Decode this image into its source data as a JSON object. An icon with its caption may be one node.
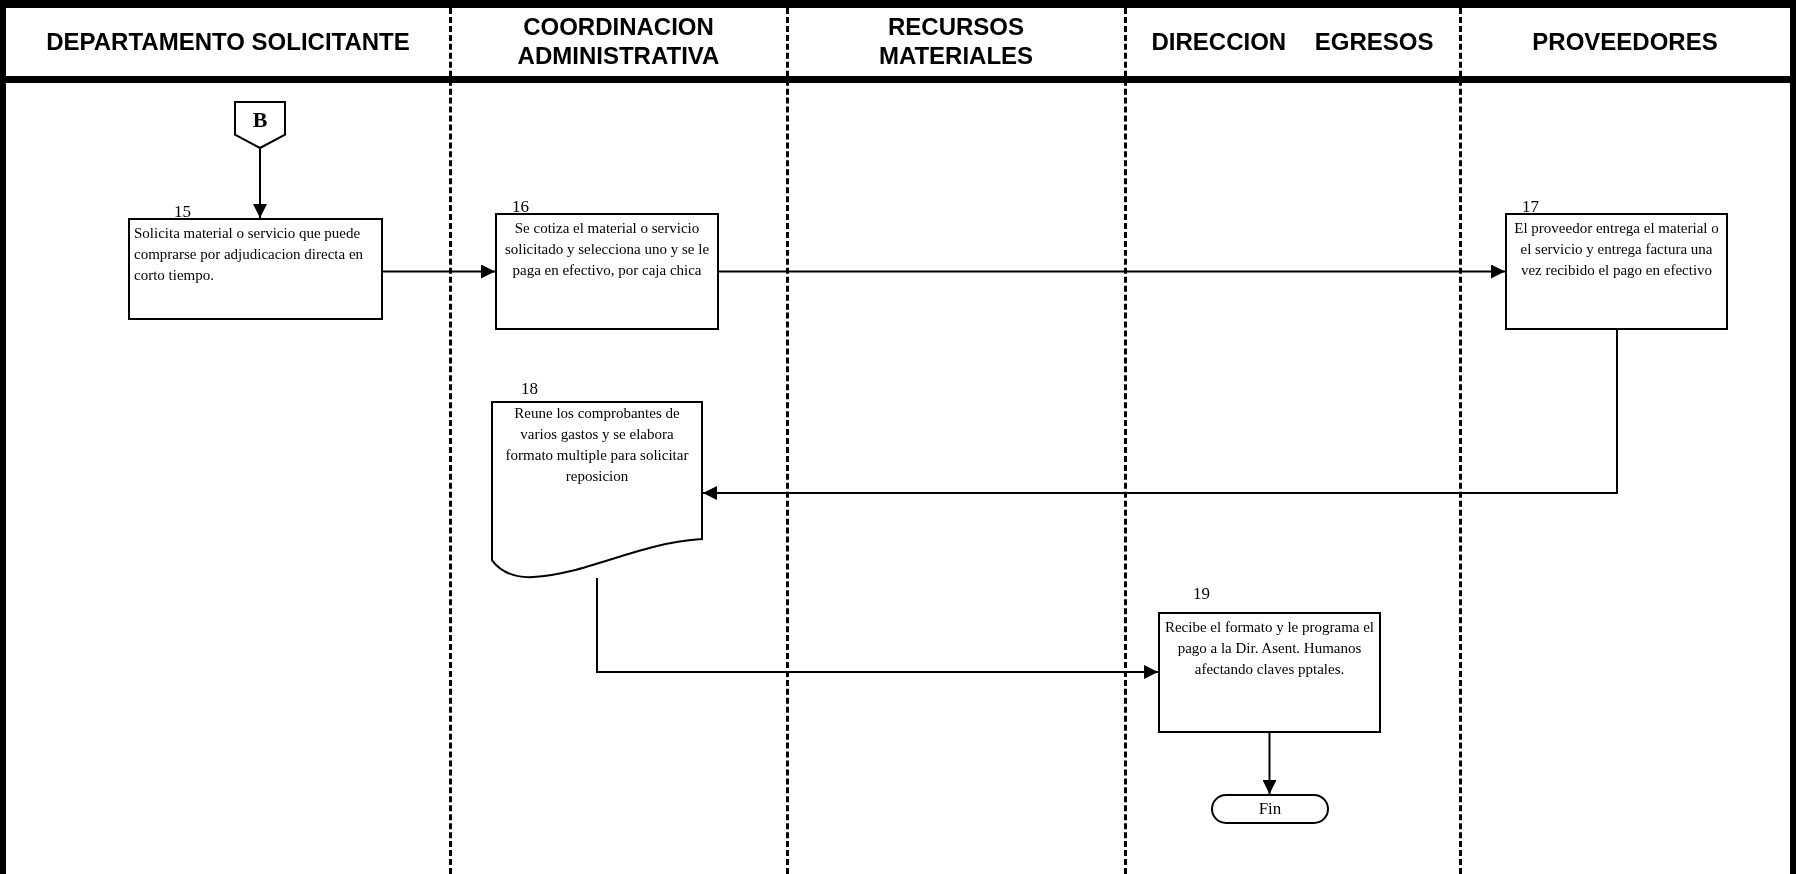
{
  "diagram": {
    "nodes": [
      {
        "text": [
          "DEPARTAMENTO SOLICITANTE"
        ]
      },
      {
        "text": [
          "COORDINACION ADMINISTRATIVA"
        ]
      },
      {
        "text": [
          "RECURSOS MATERIALES"
        ]
      },
      {
        "text": [
          "DIRECCION EGRESOS"
        ]
      },
      {
        "text": [
          "PROVEEDORES"
        ]
      },
      {
        "text": [
          "B"
        ]
      },
      {
        "text": [
          "Solicita material o servicio que puede comprarse por adjudicacion directa en corto tiempo."
        ],
        "beside": [
          "15"
        ]
      },
      {
        "text": [
          "Se cotiza el material o servicio solicitado y selecciona uno y se le paga en efectivo, por caja chica"
        ],
        "beside": [
          "16"
        ]
      },
      {
        "text": [
          "El proveedor entrega el material o el servicio y entrega factura una vez recibido el pago en efectivo"
        ],
        "beside": [
          "17"
        ]
      },
      {
        "text": [
          "Reune los comprobantes de varios gastos y se elabora formato multiple para solicitar reposicion"
        ],
        "beside": [
          "18"
        ]
      },
      {
        "text": [
          "Recibe el formato y le programa el pago a la Dir. Asent. Humanos afectando claves pptales."
        ],
        "beside": [
          "19"
        ]
      },
      {
        "text": [
          "Fin"
        ]
      }
    ],
    "edges": [
      {
        "from": 5,
        "to": 6,
        "arrow": "to"
      },
      {
        "from": 6,
        "to": 7,
        "arrow": "to"
      },
      {
        "from": 7,
        "to": 8,
        "arrow": "to"
      },
      {
        "from": 8,
        "to": 9,
        "arrow": "to"
      },
      {
        "from": 9,
        "to": 10,
        "arrow": "to"
      },
      {
        "from": 10,
        "to": 11,
        "arrow": "to"
      }
    ]
  }
}
